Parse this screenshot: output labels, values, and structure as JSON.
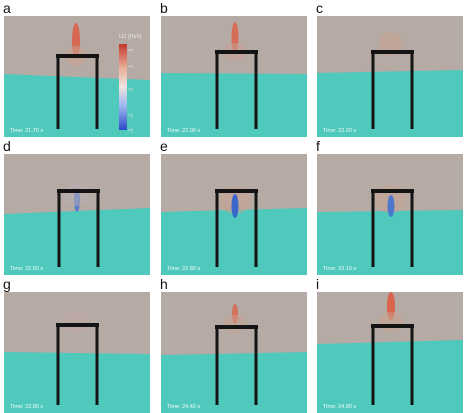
{
  "panels": [
    {
      "letter": "a",
      "time": "Time: 21.70 s"
    },
    {
      "letter": "b",
      "time": "Time: 22.00 s"
    },
    {
      "letter": "c",
      "time": "Time: 22.20 s"
    },
    {
      "letter": "d",
      "time": "Time: 22.50 s"
    },
    {
      "letter": "e",
      "time": "Time: 22.80 s"
    },
    {
      "letter": "f",
      "time": "Time: 23.10 s"
    },
    {
      "letter": "g",
      "time": "Time: 23.80 s"
    },
    {
      "letter": "h",
      "time": "Time: 24.40 s"
    },
    {
      "letter": "i",
      "time": "Time: 24.90 s"
    }
  ],
  "colorbar": {
    "title": "Uz (m/s)",
    "ticks": [
      "3",
      "2",
      "0",
      "-2",
      "-3"
    ]
  },
  "colors": {
    "air": "#b6aaa5",
    "water": "#4ec9bc",
    "structure": "#141414",
    "positive": "#e0583c",
    "negative": "#3d6fd6"
  }
}
